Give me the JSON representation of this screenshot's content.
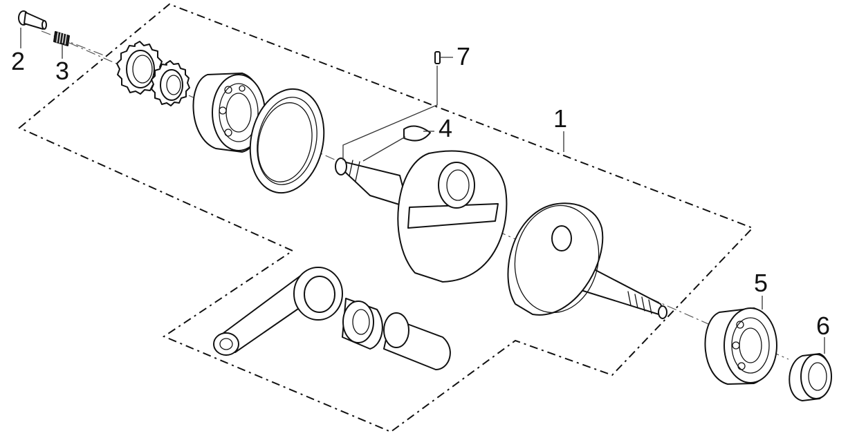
{
  "figure": {
    "type": "exploded-parts-diagram",
    "line_color": "#111111",
    "background": "#ffffff"
  },
  "callouts": [
    {
      "id": "1",
      "label": "1"
    },
    {
      "id": "2",
      "label": "2"
    },
    {
      "id": "3",
      "label": "3"
    },
    {
      "id": "4",
      "label": "4"
    },
    {
      "id": "5",
      "label": "5"
    },
    {
      "id": "6",
      "label": "6"
    },
    {
      "id": "7",
      "label": "7"
    }
  ]
}
